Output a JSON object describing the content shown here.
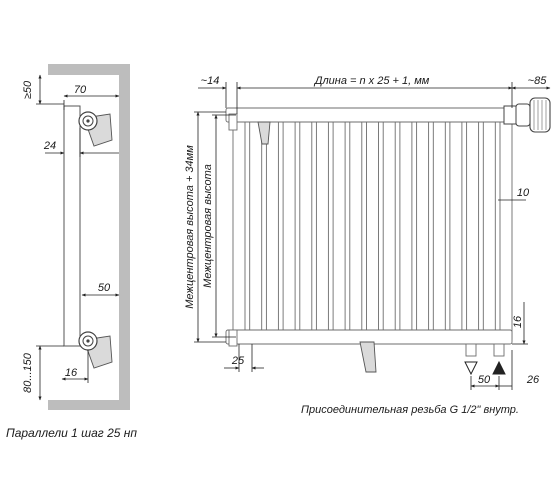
{
  "side_view": {
    "dim_top_gap": "≥50",
    "dim_depth": "70",
    "dim_offset": "24",
    "dim_bracket": "50",
    "dim_inner": "16",
    "dim_bottom_gap": "80...150"
  },
  "front_view": {
    "dim_left": "~14",
    "dim_length": "Длина = n x 25 + 1, мм",
    "dim_right": "~85",
    "dim_height_outer": "Межцентровая высота + 34мм",
    "dim_height_center": "Межцентровая высота",
    "dim_tube_gap": "10",
    "dim_bottom_right": "16",
    "dim_pitch": "25",
    "dim_conn_spacing": "50",
    "dim_conn_offset": "26"
  },
  "captions": {
    "connection_note": "Присоединительная резьба G 1/2\" внутр.",
    "side_note": "Параллели 1 шаг 25 нп"
  },
  "colors": {
    "wall": "#bdbdbd",
    "lines": "#222222",
    "tube_stroke": "#6d6d6d"
  },
  "icons": [
    "thermostat-valve-icon",
    "flow-in-arrow-icon",
    "flow-out-arrow-icon"
  ]
}
